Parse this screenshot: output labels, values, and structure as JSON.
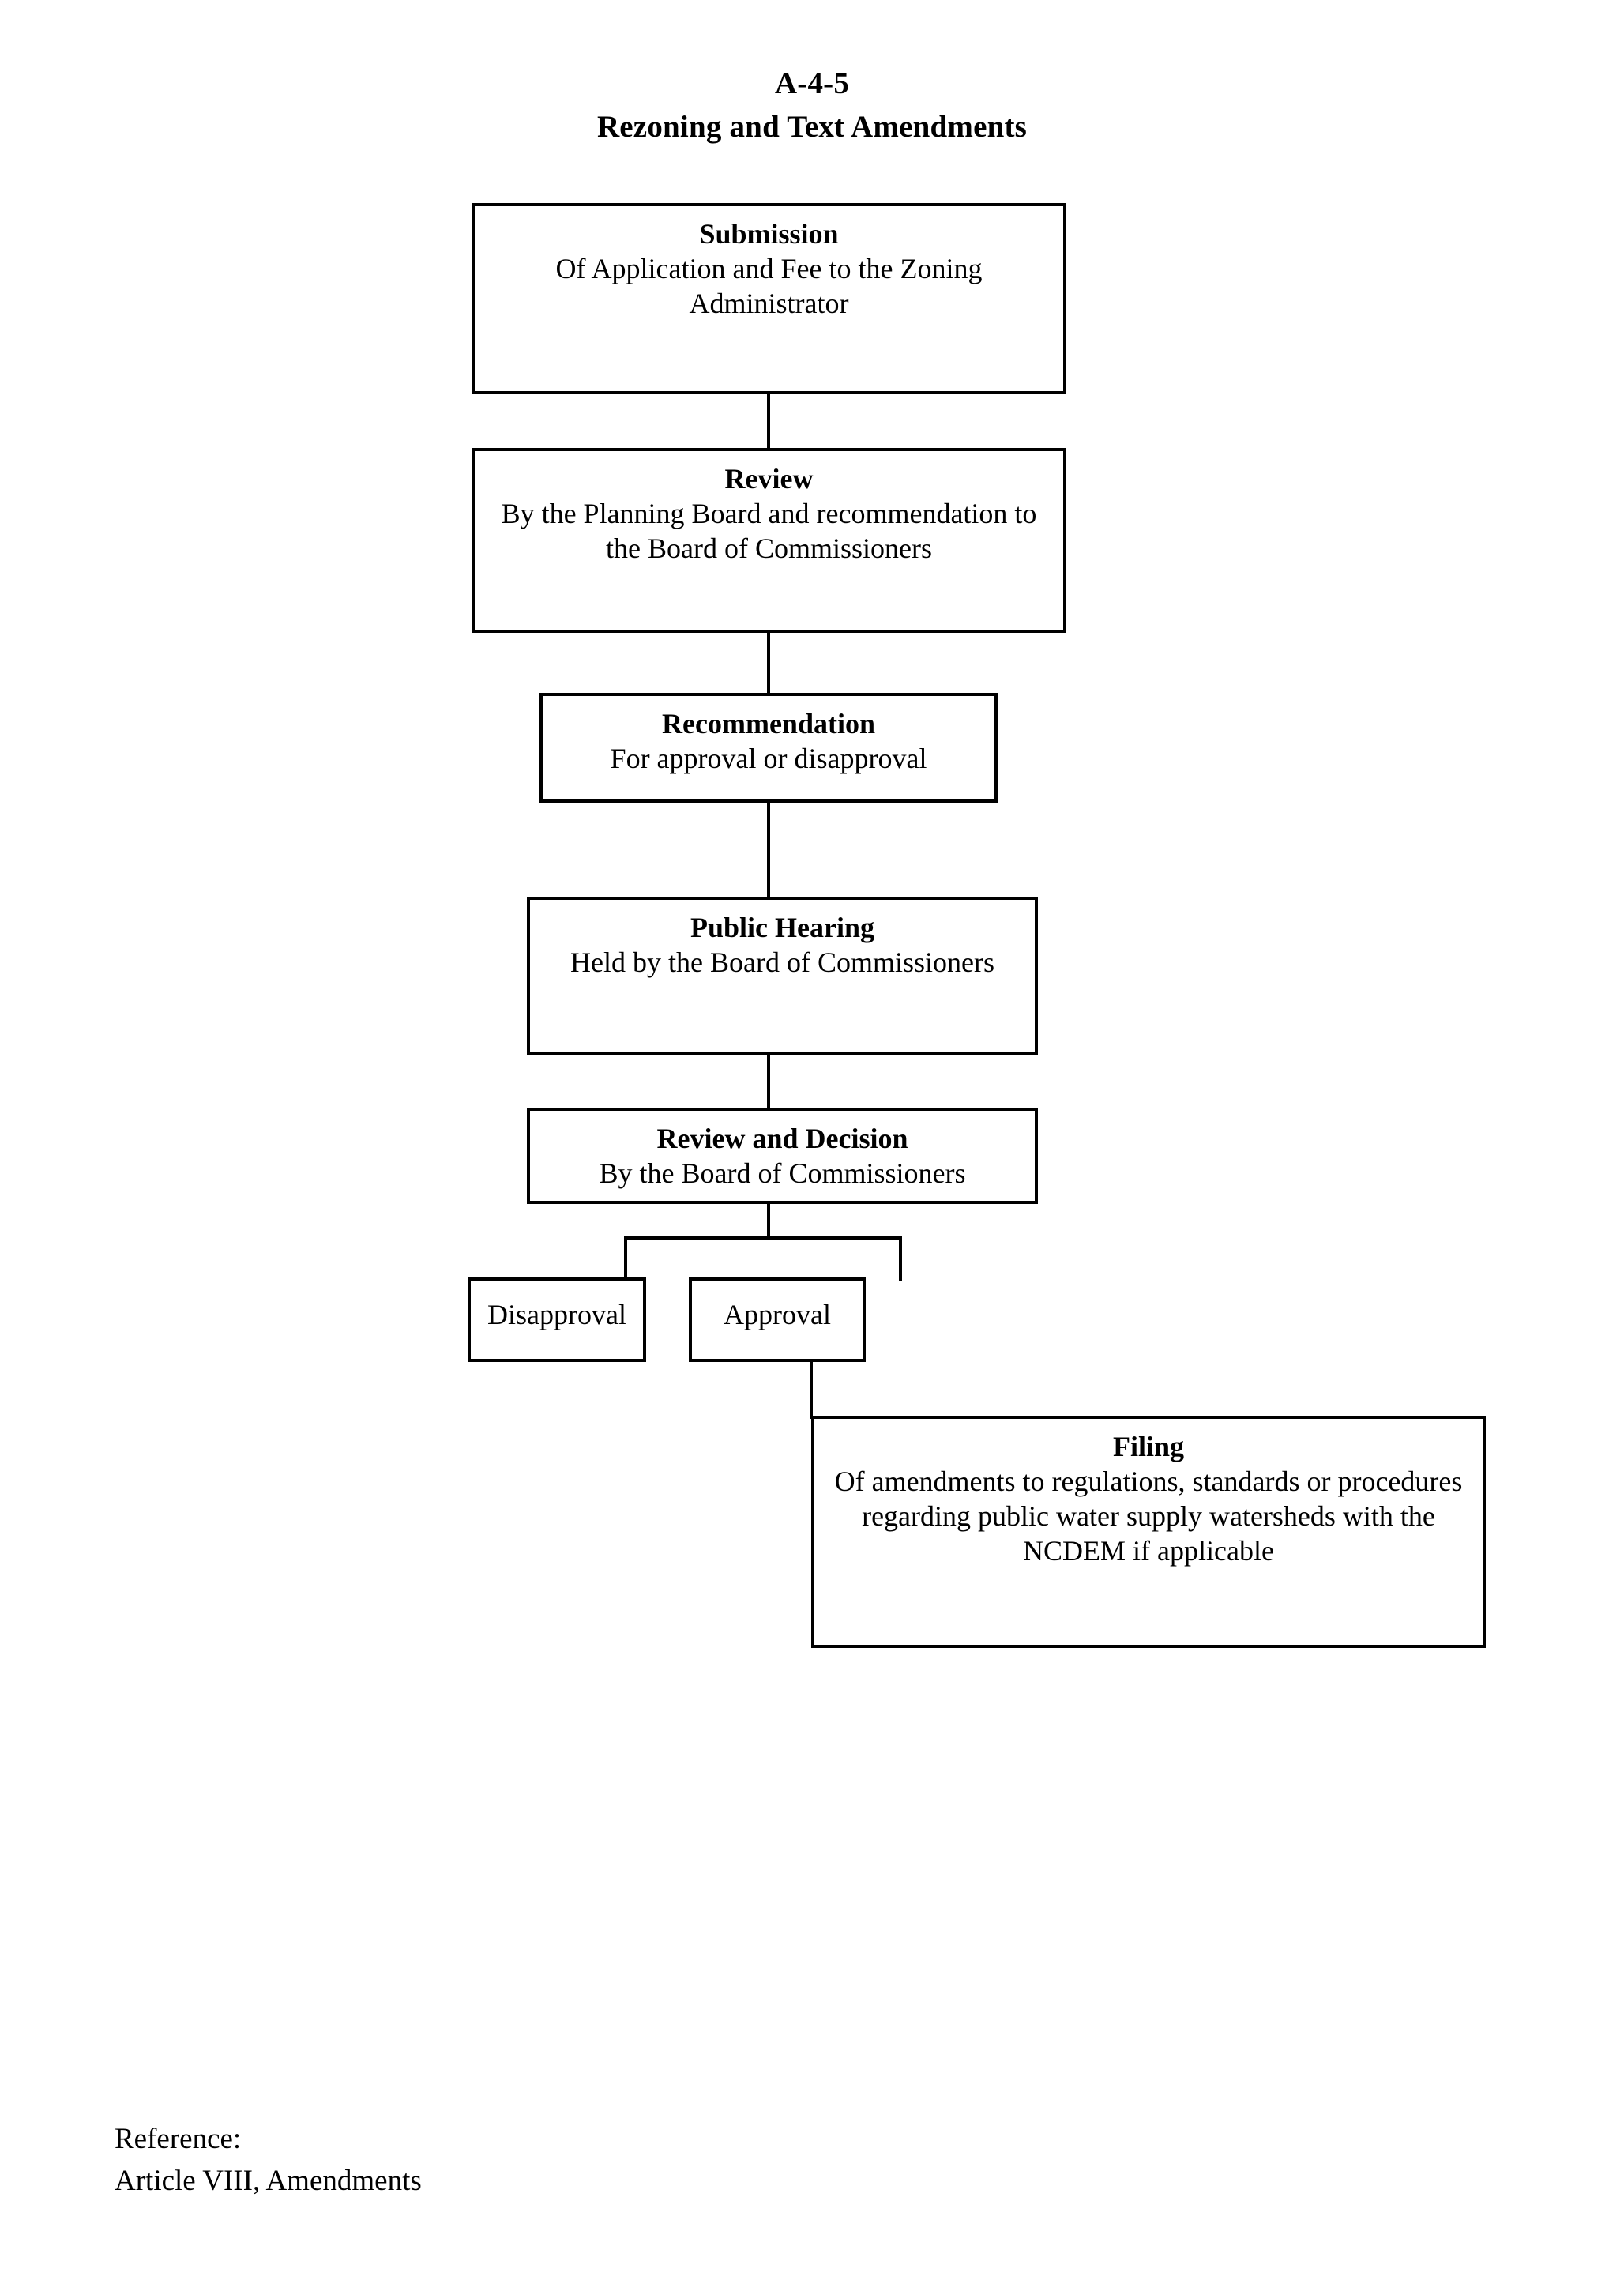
{
  "title": {
    "code": "A-4-5",
    "name": "Rezoning and Text Amendments"
  },
  "flowchart": {
    "type": "process-flow",
    "orientation": "top-to-bottom",
    "nodes": [
      {
        "id": "submission",
        "heading": "Submission",
        "body": "Of Application and Fee to the Zoning Administrator"
      },
      {
        "id": "review",
        "heading": "Review",
        "body": "By the Planning Board and recommendation to the Board of Commissioners"
      },
      {
        "id": "recommendation",
        "heading": "Recommendation",
        "body": "For approval or disapproval"
      },
      {
        "id": "public-hearing",
        "heading": "Public Hearing",
        "body": "Held by the Board of Commissioners"
      },
      {
        "id": "review-and-decision",
        "heading": "Review and Decision",
        "body": "By the Board of Commissioners"
      },
      {
        "id": "disapproval",
        "heading": "",
        "body": "Disapproval"
      },
      {
        "id": "approval",
        "heading": "",
        "body": "Approval"
      },
      {
        "id": "filing",
        "heading": "Filing",
        "body": "Of amendments to regulations, standards or procedures regarding public water supply watersheds with the NCDEM if applicable"
      }
    ],
    "edges": [
      {
        "from": "submission",
        "to": "review"
      },
      {
        "from": "review",
        "to": "recommendation"
      },
      {
        "from": "recommendation",
        "to": "public-hearing"
      },
      {
        "from": "public-hearing",
        "to": "review-and-decision"
      },
      {
        "from": "review-and-decision",
        "to": "disapproval"
      },
      {
        "from": "review-and-decision",
        "to": "approval"
      },
      {
        "from": "approval",
        "to": "filing"
      }
    ]
  },
  "reference": {
    "label": "Reference:",
    "citation": "Article VIII, Amendments"
  },
  "colors": {
    "page_background": "#ffffff",
    "ink": "#000000",
    "box_border": "#000000"
  }
}
